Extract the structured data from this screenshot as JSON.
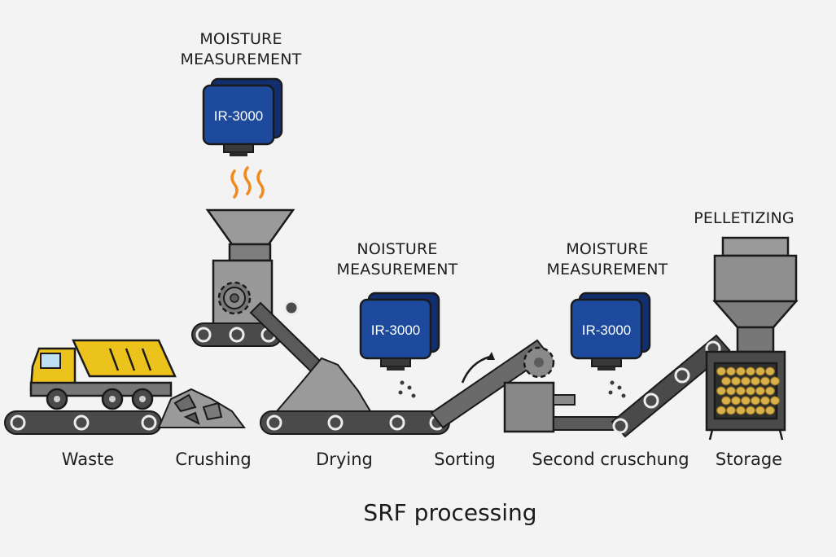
{
  "title": "SRF processing",
  "sensors": [
    {
      "heading_line1": "MOISTURE",
      "heading_line2": "MEASUREMENT",
      "model": "IR-3000"
    },
    {
      "heading_line1": "NOISTURE",
      "heading_line2": "MEASUREMENT",
      "model": "IR-3000"
    },
    {
      "heading_line1": "MOISTURE",
      "heading_line2": "MEASUREMENT",
      "model": "IR-3000"
    }
  ],
  "pelletizing_label": "PELLETIZING",
  "steps": [
    "Waste",
    "Crushing",
    "Drying",
    "Sorting",
    "Second cruschung",
    "Storage"
  ],
  "colors": {
    "sensor_blue": "#1d4a9c",
    "sensor_dark": "#112f6e",
    "truck_yellow": "#ecc21c",
    "machine_gray": "#8e8e8e",
    "belt_dark": "#4a4a4a",
    "heat_orange": "#f08a1c",
    "pellet_gold": "#d9b14a",
    "background": "#f3f3f3"
  },
  "icons": [
    "moisture-sensor-icon",
    "heat-wave-icon",
    "dump-truck-icon",
    "crusher-icon",
    "gear-icon",
    "conveyor-belt-icon",
    "waste-pile-icon",
    "sorting-arrow-icon",
    "pellet-silo-icon"
  ]
}
